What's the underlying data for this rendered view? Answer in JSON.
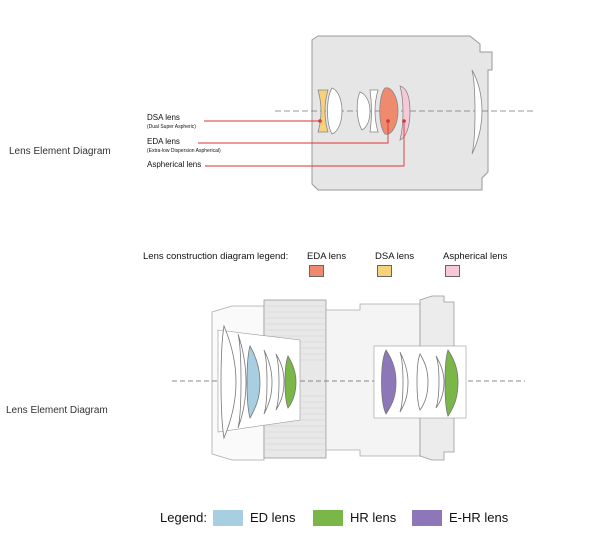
{
  "top_diagram": {
    "title": "Lens Element Diagram",
    "callouts": {
      "dsa": {
        "label": "DSA lens",
        "sub": "(Dual Super Aspheric)"
      },
      "eda": {
        "label": "EDA lens",
        "sub": "(Extra-low Dispersion Aspherical)"
      },
      "asph": {
        "label": "Aspherical lens"
      }
    }
  },
  "legend_top": {
    "heading": "Lens construction diagram legend:",
    "items": [
      {
        "label": "EDA lens",
        "color": "#ee8a6e"
      },
      {
        "label": "DSA lens",
        "color": "#f6d27a"
      },
      {
        "label": "Aspherical lens",
        "color": "#f7c8d8"
      }
    ]
  },
  "bottom_diagram": {
    "title": "Lens Element Diagram"
  },
  "legend_bottom": {
    "heading": "Legend:",
    "items": [
      {
        "label": "ED lens",
        "color": "#a7cfe1"
      },
      {
        "label": "HR lens",
        "color": "#7ab648"
      },
      {
        "label": "E-HR lens",
        "color": "#8d77b8"
      }
    ]
  }
}
